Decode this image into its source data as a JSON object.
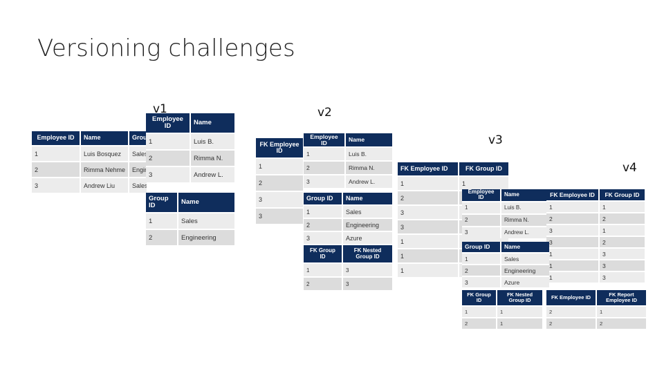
{
  "slide": {
    "title": "Versioning challenges"
  },
  "versions": {
    "v1": "v1",
    "v2": "v2",
    "v3": "v3",
    "v4": "v4"
  },
  "v1": {
    "emp": {
      "headers": [
        "Employee ID",
        "Name",
        "Group"
      ],
      "rows": [
        [
          "1",
          "Luis Bosquez",
          "Sales"
        ],
        [
          "2",
          "Rimma Nehme",
          "Engin"
        ],
        [
          "3",
          "Andrew Liu",
          "Sales"
        ]
      ]
    },
    "emp2": {
      "headers": [
        "Employee ID",
        "Name"
      ],
      "rows": [
        [
          "1",
          "Luis B."
        ],
        [
          "2",
          "Rimma N."
        ],
        [
          "3",
          "Andrew L."
        ]
      ]
    },
    "grp": {
      "headers": [
        "Group ID",
        "Name"
      ],
      "rows": [
        [
          "1",
          "Sales"
        ],
        [
          "2",
          "Engineering"
        ]
      ]
    }
  },
  "v2": {
    "fk": {
      "headers": [
        "FK Employee ID"
      ],
      "rows": [
        [
          "1"
        ],
        [
          "2"
        ],
        [
          "3"
        ],
        [
          "3"
        ]
      ]
    },
    "emp": {
      "headers": [
        "Employee ID",
        "Name"
      ],
      "rows": [
        [
          "1",
          "Luis B."
        ],
        [
          "2",
          "Rimma N."
        ],
        [
          "3",
          "Andrew L."
        ]
      ]
    },
    "grp": {
      "headers": [
        "Group ID",
        "Name"
      ],
      "rows": [
        [
          "1",
          "Sales"
        ],
        [
          "2",
          "Engineering"
        ],
        [
          "3",
          "Azure"
        ]
      ]
    },
    "nested": {
      "headers": [
        "FK Group ID",
        "FK Nested Group ID"
      ],
      "rows": [
        [
          "1",
          "3"
        ],
        [
          "2",
          "3"
        ]
      ]
    }
  },
  "v3": {
    "fk": {
      "headers": [
        "FK Employee ID",
        "FK Group ID"
      ],
      "rows": [
        [
          "1",
          "1"
        ],
        [
          "2",
          ""
        ],
        [
          "3",
          ""
        ],
        [
          "3",
          ""
        ],
        [
          "1",
          ""
        ],
        [
          "1",
          ""
        ],
        [
          "1",
          ""
        ]
      ]
    }
  },
  "v4": {
    "emp": {
      "headers": [
        "Employee ID",
        "Name"
      ],
      "rows": [
        [
          "1",
          "Luis B."
        ],
        [
          "2",
          "Rimma N."
        ],
        [
          "3",
          "Andrew L."
        ]
      ]
    },
    "fk": {
      "headers": [
        "FK Employee ID",
        "FK Group ID"
      ],
      "rows": [
        [
          "1",
          "1"
        ],
        [
          "2",
          "2"
        ],
        [
          "3",
          "1"
        ],
        [
          "3",
          "2"
        ],
        [
          "1",
          "3"
        ],
        [
          "1",
          "3"
        ],
        [
          "1",
          "3"
        ]
      ]
    },
    "grp": {
      "headers": [
        "Group ID",
        "Name"
      ],
      "rows": [
        [
          "1",
          "Sales"
        ],
        [
          "2",
          "Engineering"
        ],
        [
          "3",
          "Azure"
        ]
      ]
    },
    "nested": {
      "headers": [
        "FK Group ID",
        "FK Nested Group ID"
      ],
      "rows": [
        [
          "1",
          "1"
        ],
        [
          "2",
          "1"
        ]
      ]
    },
    "report": {
      "headers": [
        "FK Employee ID",
        "FK Report Employee ID"
      ],
      "rows": [
        [
          "2",
          "1"
        ],
        [
          "2",
          "2"
        ]
      ]
    }
  }
}
